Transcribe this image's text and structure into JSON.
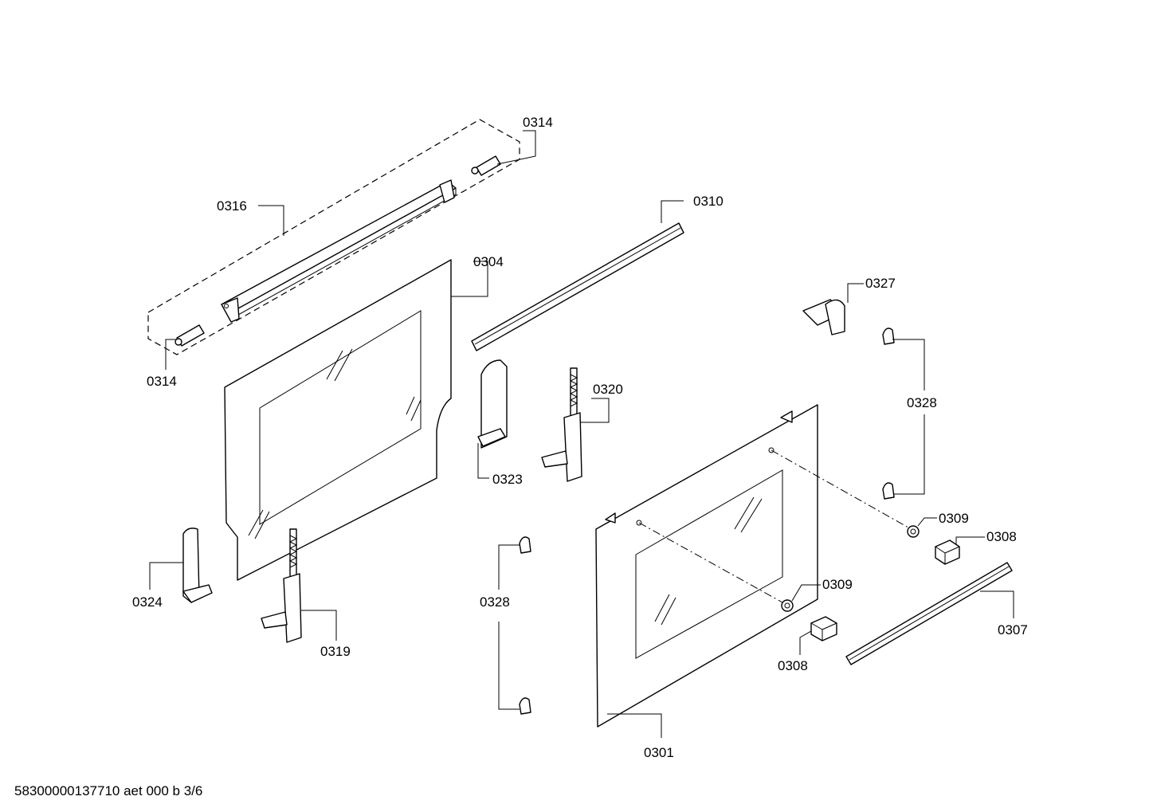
{
  "labels": {
    "p0314_top": "0314",
    "p0314_bottom": "0314",
    "p0316": "0316",
    "p0310": "0310",
    "p0304": "0304",
    "p0327": "0327",
    "p0328_right": "0328",
    "p0320": "0320",
    "p0323": "0323",
    "p0309_right": "0309",
    "p0308_right": "0308",
    "p0324": "0324",
    "p0328_left": "0328",
    "p0309_mid": "0309",
    "p0307": "0307",
    "p0319": "0319",
    "p0308_mid": "0308",
    "p0301": "0301"
  },
  "footer": "58300000137710 aet 000 b 3/6"
}
